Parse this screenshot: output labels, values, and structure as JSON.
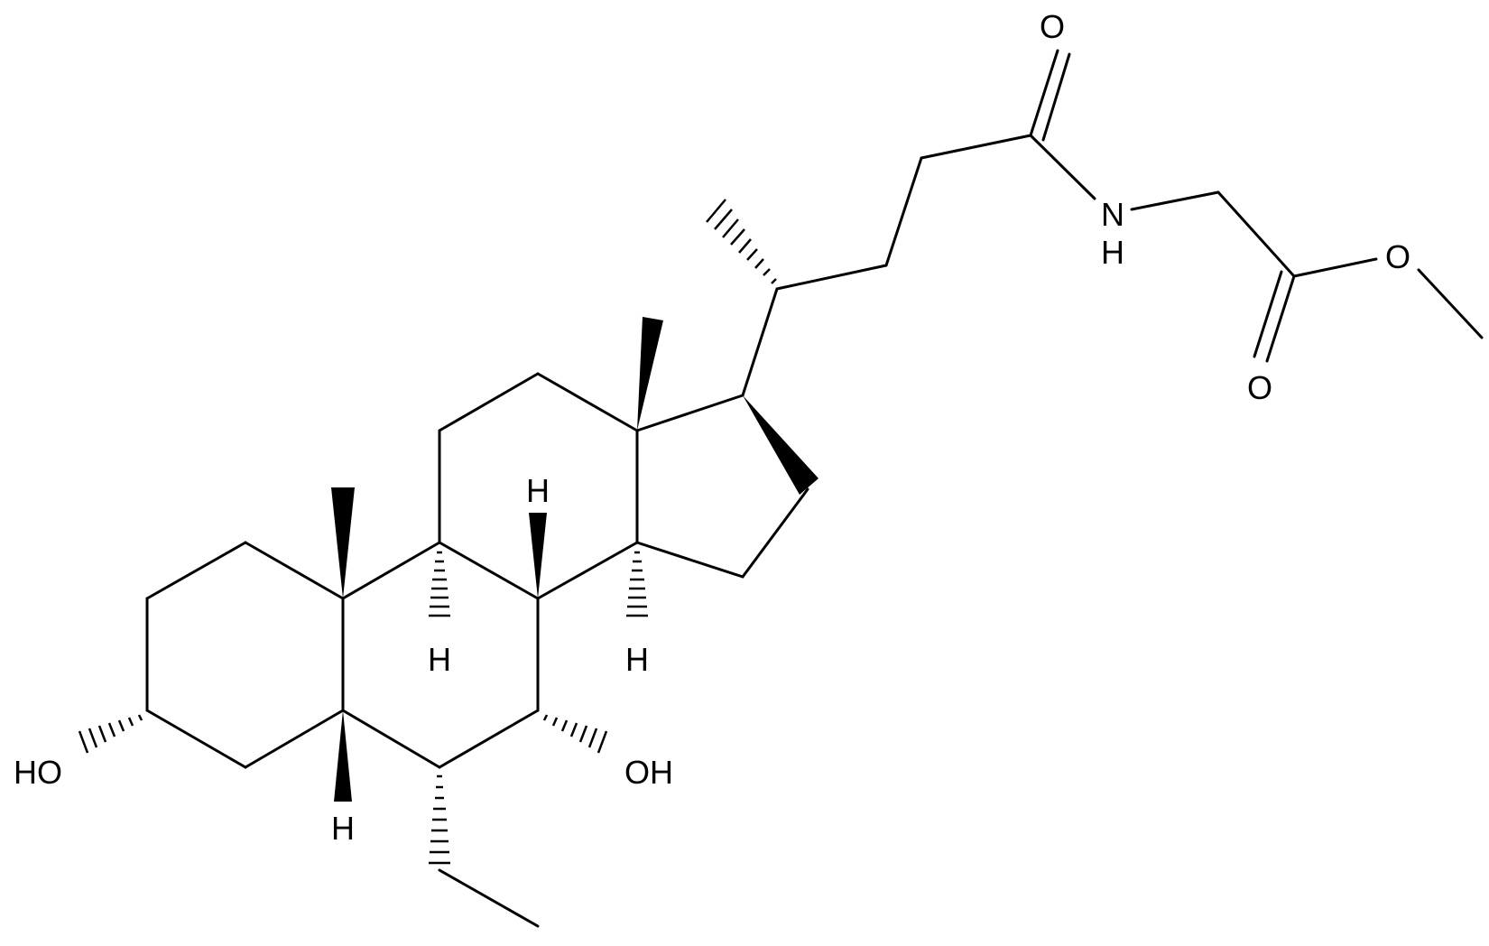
{
  "diagram": {
    "type": "chemical-structure",
    "atom_labels": {
      "carbonyl_oxygen_amide": "O",
      "amide_nitrogen": "N",
      "amide_hydrogen": "H",
      "ester_oxygen": "O",
      "ester_carbonyl_oxygen": "O",
      "hydroxyl_c3": "HO",
      "hydroxyl_c7": "OH",
      "h_c5": "H",
      "h_c8": "H",
      "h_c9": "H",
      "h_c14": "H"
    },
    "colors": {
      "ink": "#000000",
      "background": "#ffffff"
    }
  }
}
